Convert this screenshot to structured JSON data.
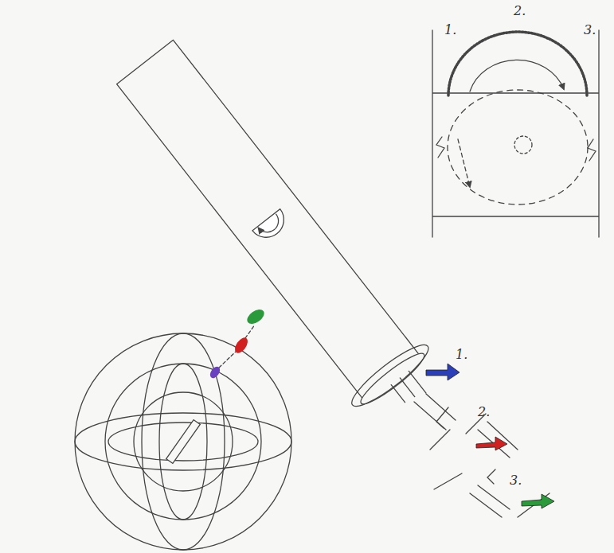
{
  "diagram": {
    "labels": [
      "1.",
      "2.",
      "3.",
      "1.",
      "2.",
      "3."
    ]
  }
}
